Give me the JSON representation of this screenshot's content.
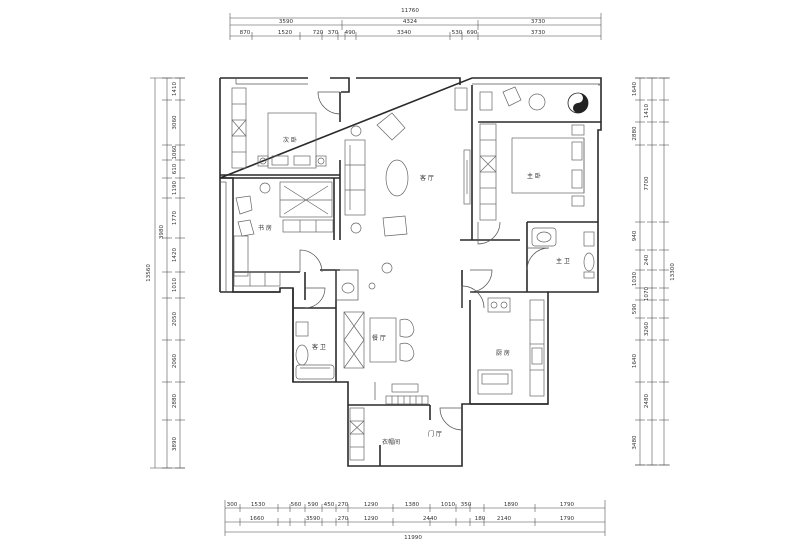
{
  "dimensions": {
    "top_total": "11760",
    "top_row1": [
      "3590",
      "4324",
      "3730"
    ],
    "top_row2": [
      "870",
      "1520",
      "720",
      "370",
      "490",
      "3340",
      "530",
      "690",
      "3730"
    ],
    "bottom_row1": [
      "300",
      "1530",
      "560",
      "590",
      "450",
      "270",
      "1290",
      "1380",
      "1010",
      "350",
      "1890",
      "1790"
    ],
    "bottom_row2": [
      "1660",
      "3590",
      "270",
      "1290",
      "2440",
      "180",
      "2140",
      "1790"
    ],
    "bottom_total": "11990",
    "left_total": "13560",
    "left_inner": [
      "1410",
      "3060",
      "1060",
      "610",
      "1190",
      "1770",
      "1420",
      "1010",
      "2050",
      "2060",
      "2880",
      "3890"
    ],
    "left_outer": [
      "3980"
    ],
    "right_total": "13300",
    "right_outer": [
      "1640",
      "1410",
      "2880",
      "7700",
      "940",
      "240",
      "1030",
      "1070",
      "590",
      "3260",
      "1640",
      "2480",
      "3480"
    ]
  },
  "rooms": {
    "bedroom_2": "次 卧",
    "study": "书 房",
    "living": "客 厅",
    "master": "主 卧",
    "bath_master": "主 卫",
    "bath_guest": "客 卫",
    "dining": "餐 厅",
    "kitchen": "厨 房",
    "cloak": "衣帽间",
    "entry": "门 厅"
  },
  "icons": [
    "yin-yang-icon"
  ]
}
